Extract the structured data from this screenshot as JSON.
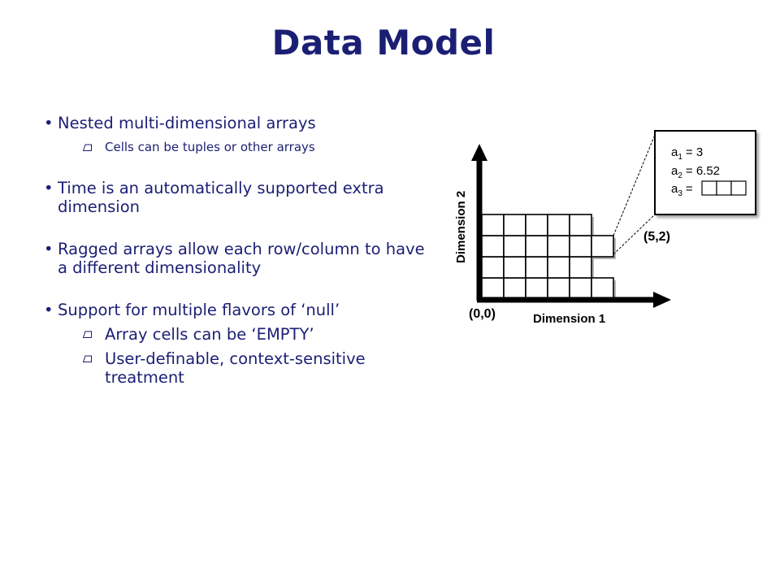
{
  "slide": {
    "title": "Data Model",
    "bullets": [
      {
        "text": "Nested multi-dimensional arrays",
        "sub": [
          "Cells can be tuples or other arrays"
        ]
      },
      {
        "text": "Time is an automatically supported extra dimension",
        "sub": []
      },
      {
        "text": "Ragged arrays allow each row/column to have a different dimensionality",
        "sub": []
      },
      {
        "text": "Support for multiple flavors of ‘null’",
        "sub": [
          "Array cells can be ‘EMPTY’",
          "User-definable, context-sensitive treatment"
        ]
      }
    ]
  },
  "diagram": {
    "origin_label": "(0,0)",
    "point_label": "(5,2)",
    "x_axis_label": "Dimension 1",
    "y_axis_label": "Dimension 2",
    "row_lengths": [
      6,
      5,
      6,
      5
    ],
    "callout": {
      "a1": {
        "base": "a",
        "sub": "1",
        "value": "= 3"
      },
      "a2": {
        "base": "a",
        "sub": "2",
        "value": "= 6.52"
      },
      "a3": {
        "base": "a",
        "sub": "3",
        "value": "="
      },
      "a3_cells": 3
    }
  },
  "colors": {
    "title": "#1b1f74",
    "text": "#1b1f74",
    "diagram": "#000000",
    "shadow": "#b5b5b5"
  }
}
